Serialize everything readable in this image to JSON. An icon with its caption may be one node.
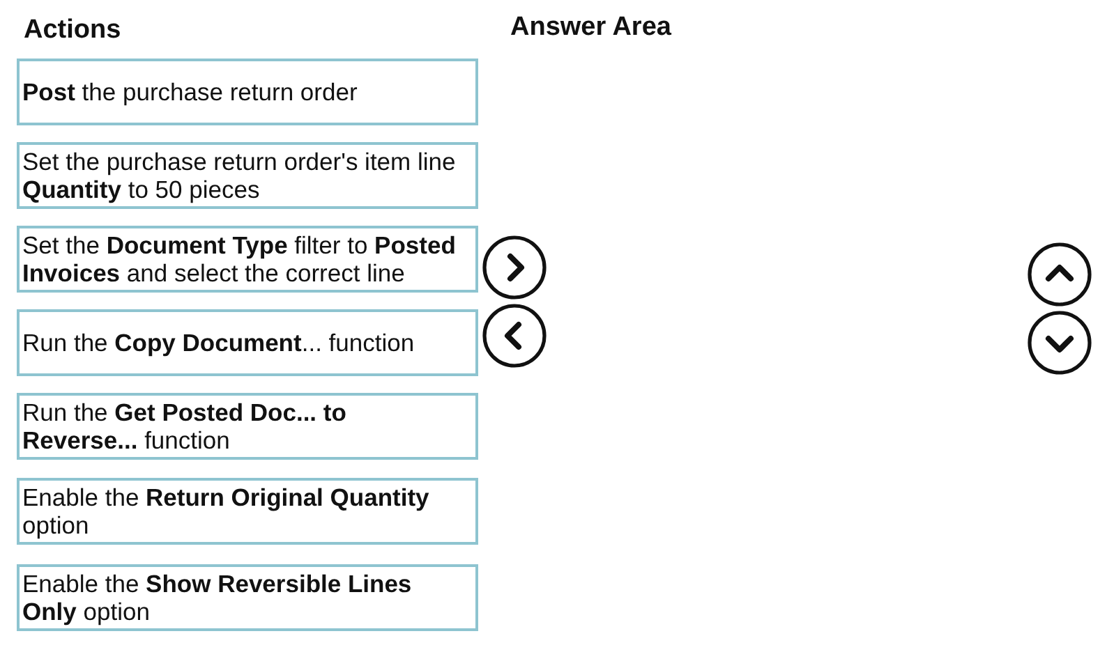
{
  "diagram": {
    "nodes": [
      {
        "text": [
          "**Post** the purchase return order"
        ]
      },
      {
        "text": [
          "Set the purchase return order's item line **Quantity** to 50 pieces"
        ]
      },
      {
        "text": [
          "Set the **Document Type** filter to **Posted Invoices** and select the correct line"
        ]
      },
      {
        "text": [
          "Run the **Copy Document**... function"
        ]
      },
      {
        "text": [
          "Run the **Get Posted Doc... to Reverse...** function"
        ]
      },
      {
        "text": [
          "Enable the **Return Original Quantity** option"
        ]
      },
      {
        "text": [
          "Enable the **Show Reversible Lines Only** option"
        ]
      }
    ],
    "labels": [
      "Actions",
      "Answer Area"
    ]
  }
}
